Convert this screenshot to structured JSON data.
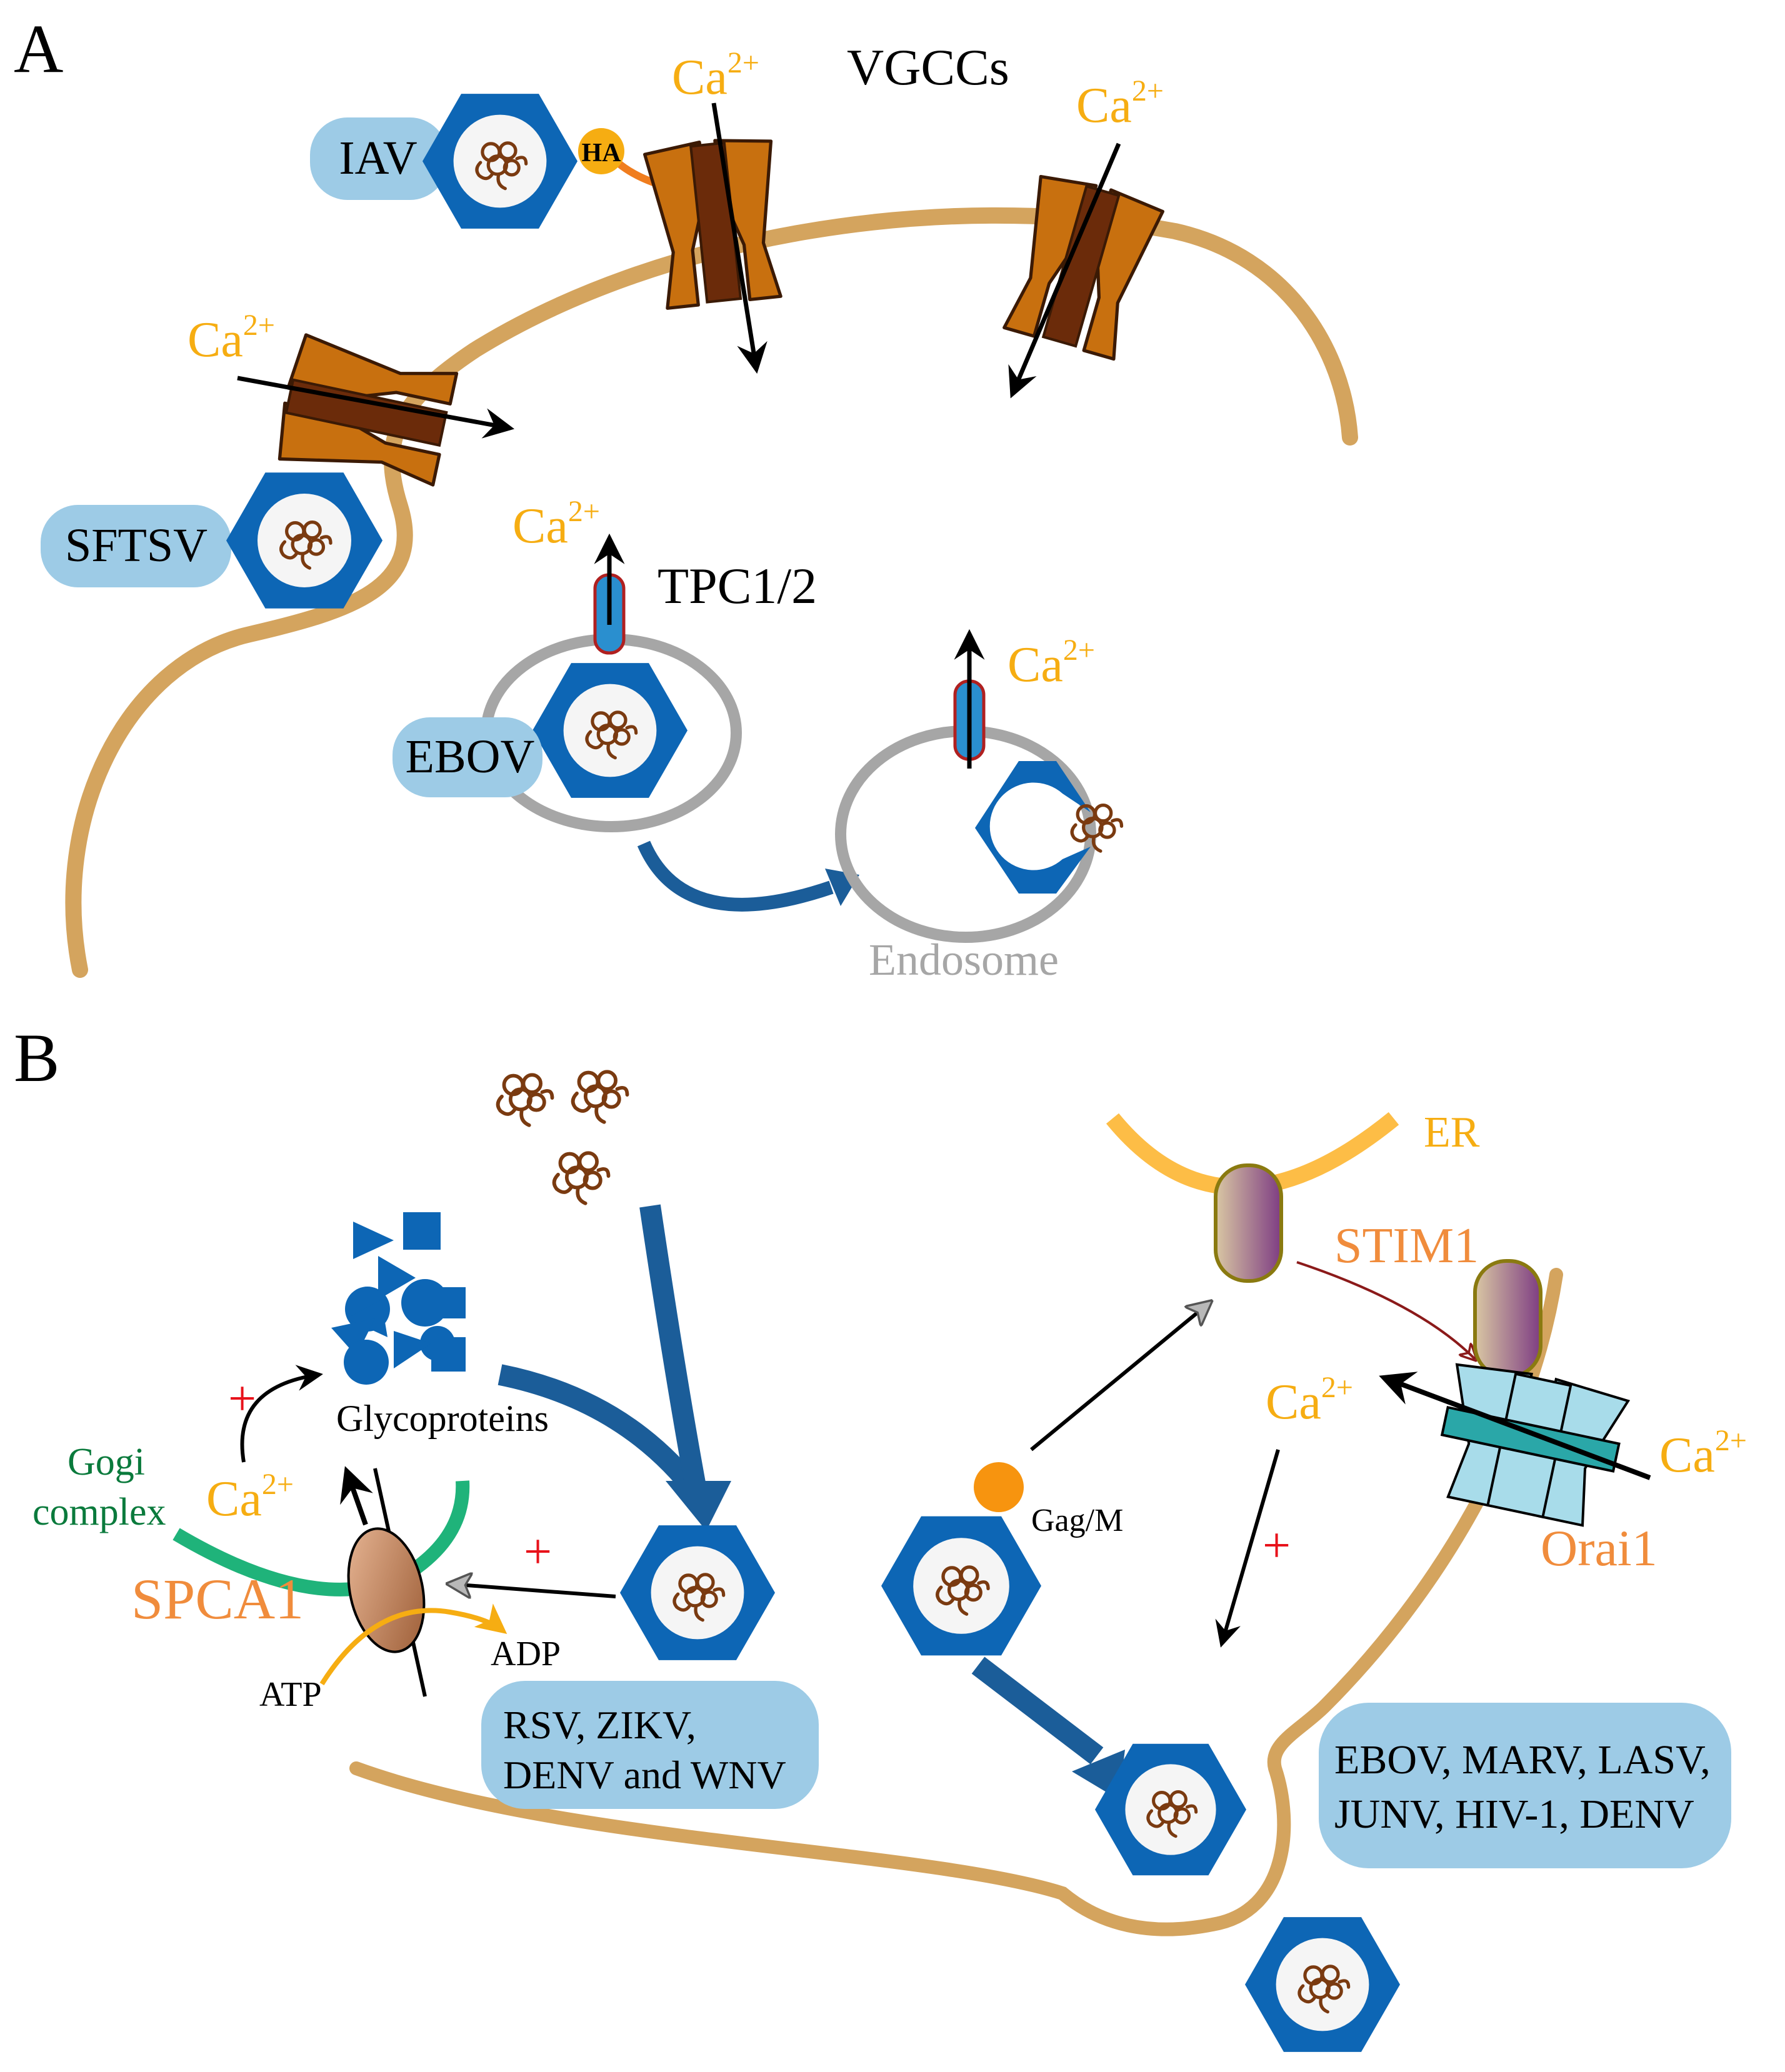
{
  "panel_a": {
    "letter": "A",
    "vgcc_label": "VGCCs",
    "tpc_label": "TPC1/2",
    "ha_label": "HA",
    "endosome_label": "Endosome",
    "ca_label": "Ca",
    "ca_sup": "2+",
    "viruses": {
      "iav": "IAV",
      "sftsv": "SFTSV",
      "ebov": "EBOV"
    }
  },
  "panel_b": {
    "letter": "B",
    "glycoproteins_label": "Glycoproteins",
    "golgi_line1": "Gogi",
    "golgi_line2": "complex",
    "spca1_label": "SPCA1",
    "atp_label": "ATP",
    "adp_label": "ADP",
    "er_label": "ER",
    "stim1_label": "STIM1",
    "orai1_label": "Orai1",
    "gagm_label": "Gag/M",
    "plus": "+",
    "ca_label": "Ca",
    "ca_sup": "2+",
    "box_left": {
      "line1": "RSV, ZIKV,",
      "line2": "DENV and WNV"
    },
    "box_right": {
      "line1": "EBOV, MARV, LASV,",
      "line2": "JUNV, HIV-1, DENV"
    }
  },
  "colors": {
    "membrane": "#d4a45e",
    "channel": "#c8700f",
    "channel_dark": "#6b2b0a",
    "virus_blue": "#0d66b5",
    "box_blue": "#9dcbe6",
    "calcium": "#f6ad12",
    "orange_text": "#f08c3c",
    "golgi_green": "#1fb37a",
    "golgi_text": "#0a7a3c",
    "er_yellow": "#fdbd46",
    "endosome_grey": "#a6a6a6",
    "rna_brown": "#7a3a10",
    "plus_red": "#e8121b",
    "orai": "#a8dcea",
    "stim_red": "#8b1a1a"
  },
  "icons": [
    "virus-capsid-icon",
    "viral-rna-icon",
    "calcium-channel-icon",
    "glycoprotein-shapes-icon"
  ]
}
